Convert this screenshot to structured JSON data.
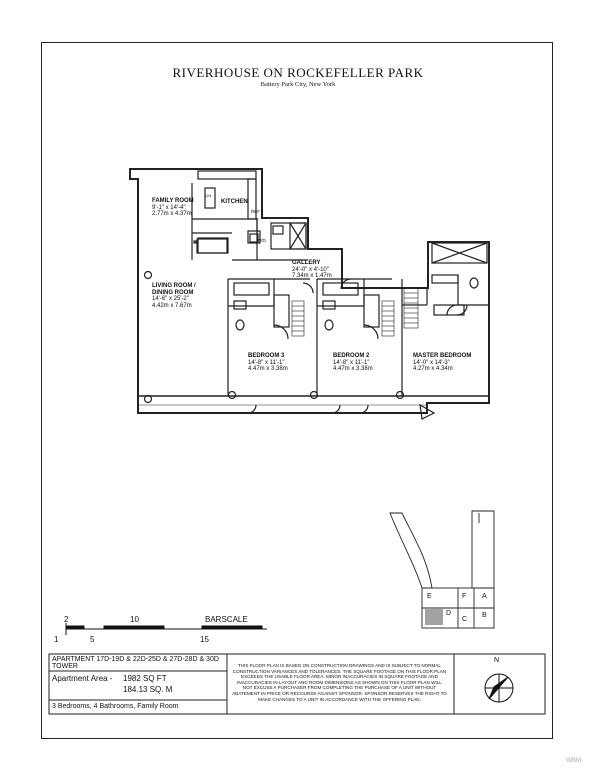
{
  "header": {
    "title": "RIVERHOUSE ON ROCKEFELLER PARK",
    "subtitle": "Battery Park City, New York"
  },
  "rooms": {
    "family_room": {
      "name": "FAMILY ROOM",
      "dims": "9'-1\" x 14'-4\"",
      "metric": "2.77m x 4.37m"
    },
    "kitchen": {
      "name": "KITCHEN"
    },
    "gallery": {
      "name": "GALLERY",
      "dims": "24'-0\" x 4'-10\"",
      "metric": "7.34m x 1.47m"
    },
    "living": {
      "name1": "LIVING ROOM /",
      "name2": "DINING ROOM",
      "dims": "14'-6\" x 25'-2\"",
      "metric": "4.42m x 7.67m"
    },
    "bedroom3": {
      "name": "BEDROOM 3",
      "dims": "14'-8\" x 11'-1\"",
      "metric": "4.47m x 3.38m"
    },
    "bedroom2": {
      "name": "BEDROOM 2",
      "dims": "14'-8\" x 11'-1\"",
      "metric": "4.47m x 3.38m"
    },
    "master": {
      "name": "MASTER BEDROOM",
      "dims": "14'-0\" x 14'-3\"",
      "metric": "4.27m x 4.34m"
    },
    "tags": {
      "wd": "W/D",
      "ref": "REF",
      "lin": "LIN"
    }
  },
  "barscale": {
    "label": "BARSCALE",
    "top_ticks": [
      "2",
      "10"
    ],
    "bottom_ticks": [
      "1",
      "5",
      "15"
    ]
  },
  "keyplan": {
    "letters": [
      "E",
      "F",
      "A",
      "D",
      "C",
      "B"
    ]
  },
  "compass": {
    "north": "N"
  },
  "info": {
    "line1": "APARTMENT 17D-19D & 22D-25D & 27D-28D & 30D",
    "line2": "TOWER",
    "area_label": "Apartment Area -",
    "area_sqft": "1982 SQ FT",
    "area_sqm": "184.13 SQ. M",
    "summary": "3 Bedrooms, 4 Bathrooms, Family Room"
  },
  "disclaimer": "THIS FLOOR PLAN IS BASED ON CONSTRUCTION DRAWINGS AND IS SUBJECT TO NORMAL CONSTRUCTION VARIANCES AND TOLERANCES. THE SQUARE FOOTAGE ON THIS FLOOR PLAN EXCEEDS THE USABLE FLOOR AREA. MINOR INACCURACIES IN SQUARE FOOTAGE AND INACCURACIES IN LAYOUT AND ROOM DIMENSIONS AS SHOWN ON THIS FLOOR PLAN WILL NOT EXCUSE A PURCHASER FROM COMPLETING THE PURCHASE OF A UNIT WITHOUT ABATEMENT IN PRICE OR RECOURSE AGAINST SPONSOR. SPONSOR RESERVES THE RIGHT TO MAKE CHANGES TO A UNIT IN ACCORDANCE WITH THE OFFERING PLAN.",
  "watermark": "WBM"
}
